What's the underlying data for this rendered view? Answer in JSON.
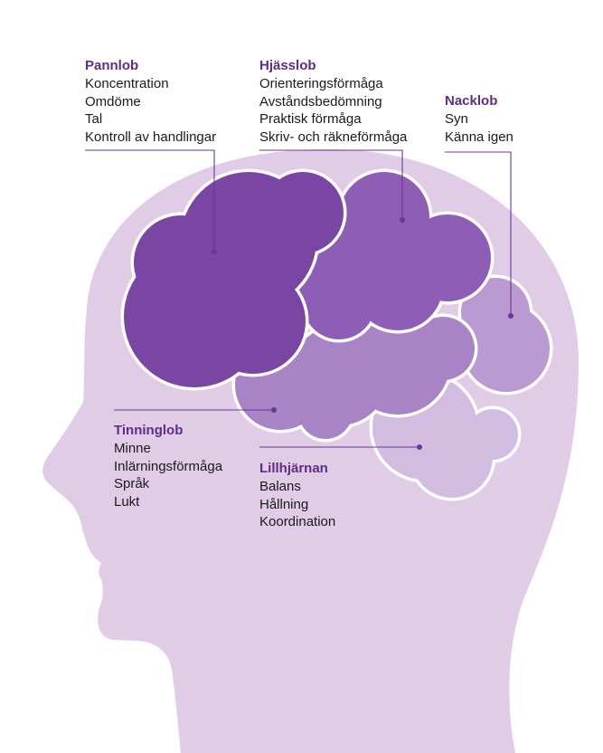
{
  "colors": {
    "head": "#e0cce7",
    "frontal": "#7a46a4",
    "parietal": "#8e5eb6",
    "temporal": "#a883c5",
    "occipital": "#bb9ad2",
    "cerebellum": "#d2bde0",
    "outline": "#ffffff",
    "pointer": "#6c3596",
    "title": "#5e2d86"
  },
  "labels": {
    "frontal": {
      "title": "Pannlob",
      "items": [
        "Koncentration",
        "Omdöme",
        "Tal",
        "Kontroll av handlingar"
      ]
    },
    "parietal": {
      "title": "Hjässlob",
      "items": [
        "Orienteringsförmåga",
        "Avståndsbedömning",
        "Praktisk förmåga",
        "Skriv- och räkneförmåga"
      ]
    },
    "occipital": {
      "title": "Nacklob",
      "items": [
        "Syn",
        "Känna igen"
      ]
    },
    "temporal": {
      "title": "Tinninglob",
      "items": [
        "Minne",
        "Inlärningsförmåga",
        "Språk",
        "Lukt"
      ]
    },
    "cerebellum": {
      "title": "Lillhjärnan",
      "items": [
        "Balans",
        "Hållning",
        "Koordination"
      ]
    }
  }
}
